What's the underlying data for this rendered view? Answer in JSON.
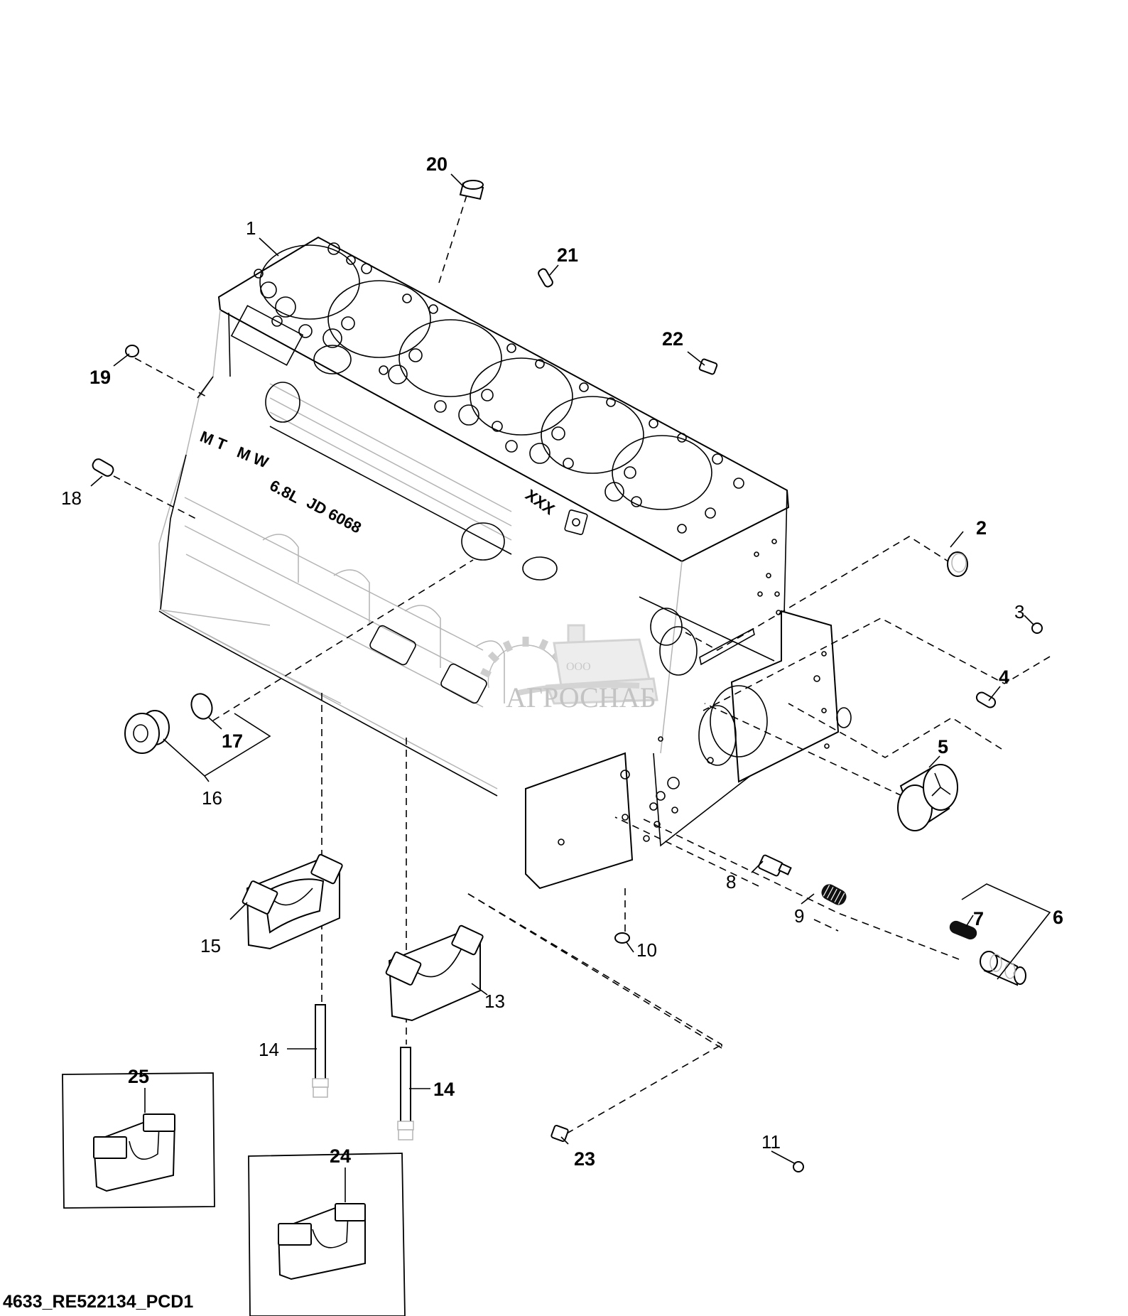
{
  "diagram": {
    "footer_code": "4633_RE522134_PCD1",
    "watermark": {
      "small": "ООО",
      "brand": "АГРОСНАБ"
    },
    "casting_marks": {
      "code": "XXX",
      "engine": "JD 6068",
      "displacement": "6.8L",
      "mark_mt": "M T",
      "mark_mw": "M W"
    },
    "callouts": {
      "c1": "1",
      "c2": "2",
      "c3": "3",
      "c4": "4",
      "c5": "5",
      "c6": "6",
      "c7": "7",
      "c8": "8",
      "c9": "9",
      "c10": "10",
      "c11": "11",
      "c13": "13",
      "c14a": "14",
      "c14b": "14",
      "c15": "15",
      "c16": "16",
      "c17": "17",
      "c18": "18",
      "c19": "19",
      "c20": "20",
      "c21": "21",
      "c22": "22",
      "c23": "23",
      "c24": "24",
      "c25": "25"
    },
    "parts": [
      {
        "ref": "1",
        "name": "cylinder-block"
      },
      {
        "ref": "2",
        "name": "plug-ring"
      },
      {
        "ref": "3",
        "name": "plug-small"
      },
      {
        "ref": "4",
        "name": "dowel-pin"
      },
      {
        "ref": "5",
        "name": "cup-plug"
      },
      {
        "ref": "6",
        "name": "valve-assembly"
      },
      {
        "ref": "7",
        "name": "spring"
      },
      {
        "ref": "8",
        "name": "fitting"
      },
      {
        "ref": "9",
        "name": "spring-small"
      },
      {
        "ref": "10",
        "name": "o-ring-small"
      },
      {
        "ref": "11",
        "name": "ball"
      },
      {
        "ref": "13",
        "name": "main-bearing-cap"
      },
      {
        "ref": "14",
        "name": "cap-screw"
      },
      {
        "ref": "15",
        "name": "main-bearing-cap"
      },
      {
        "ref": "16",
        "name": "plug-with-seal"
      },
      {
        "ref": "17",
        "name": "o-ring"
      },
      {
        "ref": "18",
        "name": "dowel"
      },
      {
        "ref": "19",
        "name": "plug-cap"
      },
      {
        "ref": "20",
        "name": "plug-top"
      },
      {
        "ref": "21",
        "name": "pin"
      },
      {
        "ref": "22",
        "name": "plug-side"
      },
      {
        "ref": "23",
        "name": "plug-square"
      },
      {
        "ref": "24",
        "name": "bearing-cap-inset"
      },
      {
        "ref": "25",
        "name": "bearing-cap-inset"
      }
    ]
  }
}
